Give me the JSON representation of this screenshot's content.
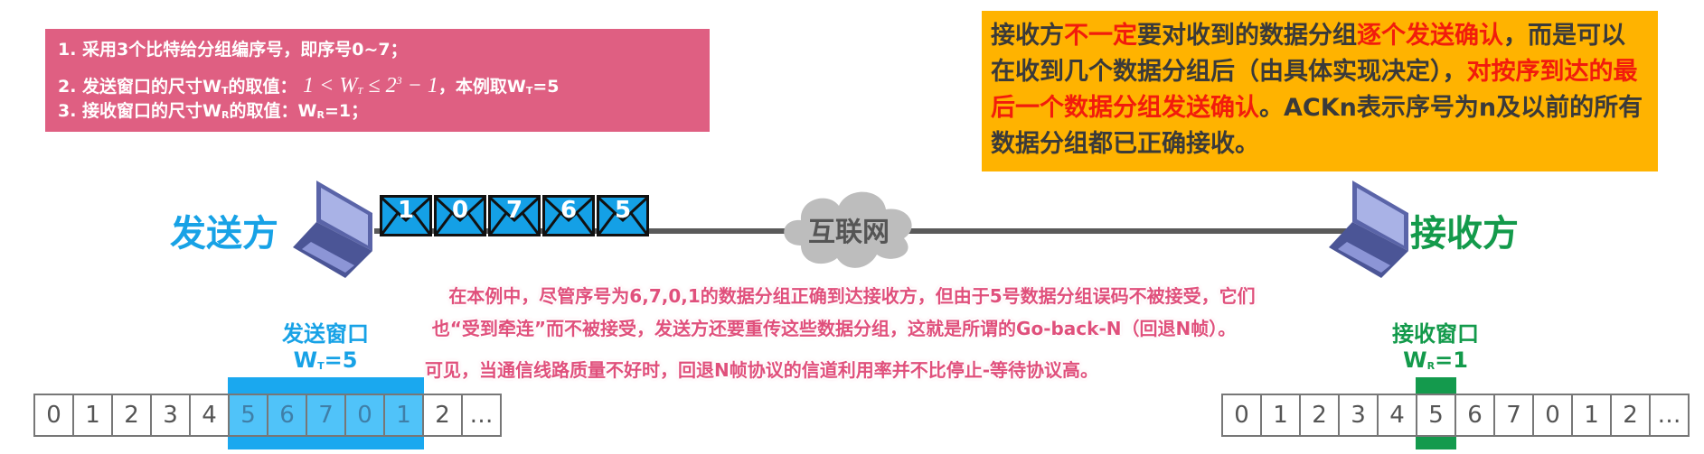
{
  "info_box": {
    "line1": "1. 采用3个比特给分组编序号，即序号0~7；",
    "line2_prefix": "2. 发送窗口的尺寸W",
    "line2_sub": "T",
    "line2_mid": "的取值：",
    "line2_math_a": "1 < W",
    "line2_math_sub": "T",
    "line2_math_b": " ≤ 2",
    "line2_math_sup": "3",
    "line2_math_c": " − 1",
    "line2_suffix": "，本例取W",
    "line2_suffix_sub": "T",
    "line2_suffix_end": "=5",
    "line3_prefix": "3. 接收窗口的尺寸W",
    "line3_sub": "R",
    "line3_mid": "的取值：W",
    "line3_sub2": "R",
    "line3_end": "=1；"
  },
  "ack_box": {
    "p1": "接收方",
    "p2_red": "不一定",
    "p3": "要对收到的数据分组",
    "p4_red": "逐个发送确认",
    "p5": "，而是可以在收到几个数据分组后（由具体实现决定），",
    "p6_red": "对按序到达的最后一个数据分组发送确认",
    "p7": "。ACKn表示序号为n及以前的所有数据分组都已正确接收。"
  },
  "sender": {
    "label": "发送方"
  },
  "receiver": {
    "label": "接收方"
  },
  "network": {
    "label": "互联网"
  },
  "in_flight_packets": [
    "1",
    "0",
    "7",
    "6",
    "5"
  ],
  "notes": [
    "在本例中，尽管序号为6,7,0,1的数据分组正确到达接收方，但由于5号数据分组误码不被接受，它们",
    "也“受到牵连”而不被接受，发送方还要重传这些数据分组，这就是所谓的Go-back-N（回退N帧）。",
    "可见，当通信线路质量不好时，回退N帧协议的信道利用率并不比停止-等待协议高。"
  ],
  "send_window": {
    "title": "发送窗口",
    "w": "W",
    "sub": "T",
    "value": "=5",
    "start_index": 5,
    "size": 5
  },
  "recv_window": {
    "title": "接收窗口",
    "w": "W",
    "sub": "R",
    "value": "=1",
    "start_index": 5,
    "size": 1
  },
  "sequence": [
    "0",
    "1",
    "2",
    "3",
    "4",
    "5",
    "6",
    "7",
    "0",
    "1",
    "2",
    "…"
  ],
  "colors": {
    "pink_box": "#df5f82",
    "ack_box": "#ffb300",
    "sender_blue": "#17a2e6",
    "receiver_green": "#139a4b",
    "highlight_red": "#f21c0c",
    "note_text": "#e0507c"
  }
}
